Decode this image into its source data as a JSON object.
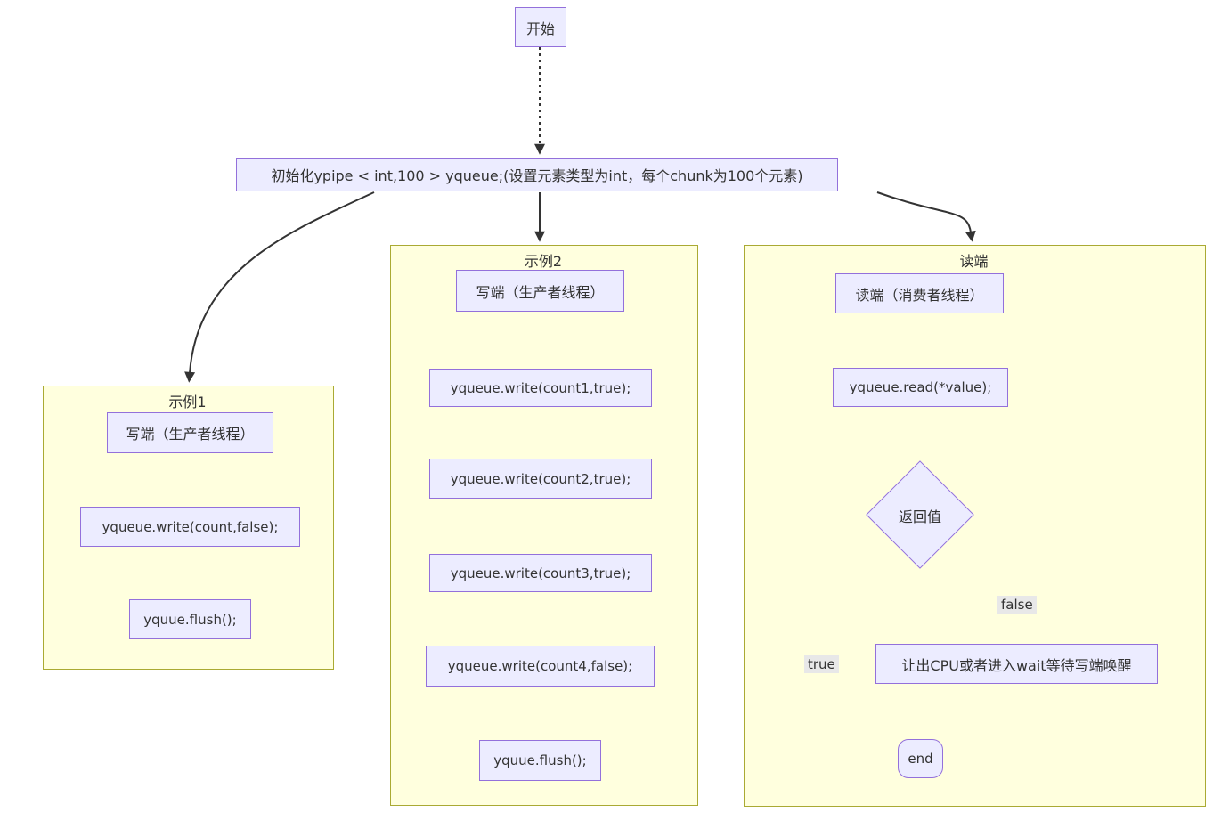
{
  "diagram_type": "flowchart",
  "start": {
    "label": "开始"
  },
  "init": {
    "label": "初始化ypipe < int,100 > yqueue;(设置元素类型为int，每个chunk为100个元素)"
  },
  "example1": {
    "title": "示例1",
    "writer": "写端（生产者线程）",
    "write1": "yqueue.write(count,false);",
    "flush": "yquue.flush();"
  },
  "example2": {
    "title": "示例2",
    "writer": "写端（生产者线程）",
    "write1": "yqueue.write(count1,true);",
    "write2": "yqueue.write(count2,true);",
    "write3": "yqueue.write(count3,true);",
    "write4": "yqueue.write(count4,false);",
    "flush": "yquue.flush();"
  },
  "reader": {
    "title": "读端",
    "reader_thread": "读端（消费者线程）",
    "read": "yqueue.read(*value);",
    "decision": "返回值",
    "branch_true": "true",
    "branch_false": "false",
    "wait": "让出CPU或者进入wait等待写端唤醒",
    "end": "end"
  },
  "colors": {
    "node_fill": "#ECECFF",
    "node_border": "#9370DB",
    "cluster_fill": "#ffffde",
    "cluster_border": "#aaaa33",
    "edge": "#333333",
    "edge_label_bg": "#e8e8e8",
    "text": "#333333",
    "background": "#ffffff"
  }
}
